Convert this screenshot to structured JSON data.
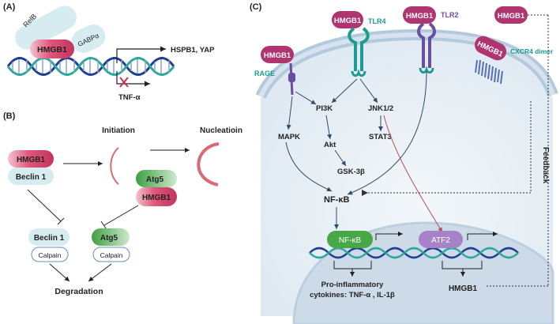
{
  "panels": {
    "a": {
      "label": "(A)",
      "relb": "RelB",
      "hmgb1": "HMGB1",
      "gabpa": "GABPα",
      "targets": "HSPB1, YAP",
      "tnf": "TNF-α"
    },
    "b": {
      "label": "(B)",
      "hmgb1_top": "HMGB1",
      "beclin_top": "Beclin 1",
      "initiation": "Initiation",
      "nucleation": "Nucleatioin",
      "atg5_top": "Atg5",
      "hmgb1_mid": "HMGB1",
      "beclin_bottom": "Beclin 1",
      "atg5_bottom": "Atg5",
      "calpain_1": "Calpain",
      "calpain_2": "Calpain",
      "degradation": "Degradation"
    },
    "c": {
      "label": "(C)",
      "receptors": {
        "hmgb1_rage": "HMGB1",
        "rage": "RAGE",
        "hmgb1_tlr4": "HMGB1",
        "tlr4": "TLR4",
        "hmgb1_tlr2": "HMGB1",
        "tlr2": "TLR2",
        "hmgb1_cxcr4": "HMGB1",
        "cxcr4": "CXCR4 dimer",
        "hmgb1_free": "HMGB1"
      },
      "signaling": {
        "mapk": "MAPK",
        "pi3k": "PI3K",
        "akt": "Akt",
        "gsk": "GSK-3β",
        "jnk": "JNK1/2",
        "stat3": "STAT3",
        "nfkb": "NF-κB"
      },
      "nucleus": {
        "nfkb_box": "NF-κB",
        "atf2_box": "ATF2",
        "hmgb1_out": "HMGB1",
        "pro_line1": "Pro-inflammatory",
        "pro_line2": "cytokines: TNF-α , IL-1β"
      },
      "feedback": "Feedback"
    }
  },
  "colors": {
    "hmgb1": "#b0356f",
    "beclin": "#d7ecf1",
    "atg5": "#5bb35e",
    "cell": "#e5eef5",
    "membrane": "#b9d1e3",
    "nucleus": "#cfdde9",
    "teal": "#1d9a91",
    "purple": "#6a4ea0"
  }
}
